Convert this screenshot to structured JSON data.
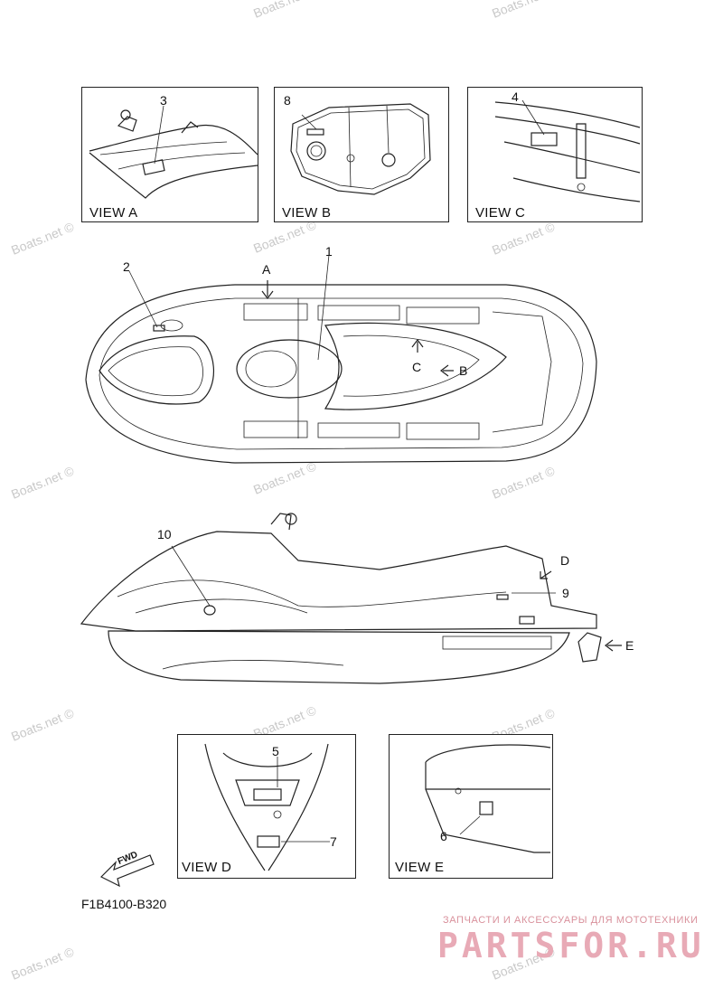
{
  "views": {
    "a": "VIEW A",
    "b": "VIEW B",
    "c": "VIEW C",
    "d": "VIEW D",
    "e": "VIEW E"
  },
  "callouts": {
    "n1": "1",
    "n2": "2",
    "n3": "3",
    "n4": "4",
    "n5": "5",
    "n6": "6",
    "n7": "7",
    "n8": "8",
    "n9": "9",
    "n10": "10"
  },
  "arrows": {
    "a": "A",
    "b": "B",
    "c": "C",
    "d": "D",
    "e": "E"
  },
  "fwd_label": "FWD",
  "drawing_code": "F1B4100-B320",
  "watermark": "Boats.net ©",
  "brand": {
    "tagline": "ЗАПЧАСТИ И АКСЕССУАРЫ ДЛЯ МОТОТЕХНИКИ",
    "logo": "PARTSFOR.RU"
  },
  "colors": {
    "line": "#222222",
    "watermark": "#c9c9c9",
    "brand": "#e8aab6"
  }
}
